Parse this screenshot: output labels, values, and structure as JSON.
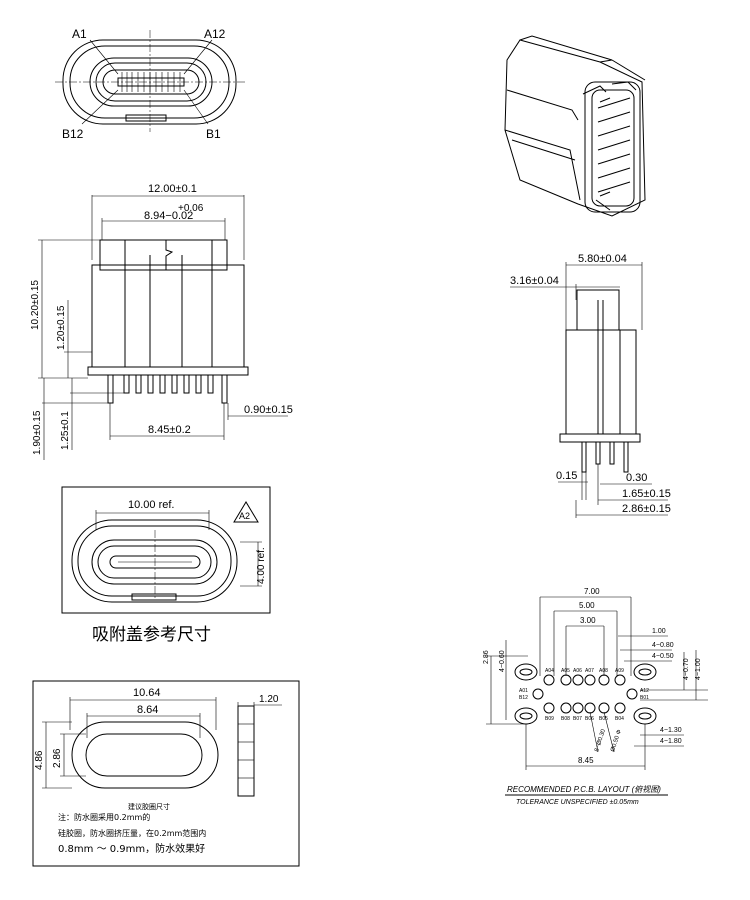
{
  "front_view": {
    "pin_a1": "A1",
    "pin_a12": "A12",
    "pin_b12": "B12",
    "pin_b1": "B1"
  },
  "side_view": {
    "width_overall": "12.00±0.1",
    "tol_plus": "+0.06",
    "width_inner": "8.94−0.02",
    "height_total": "10.20±0.15",
    "height_base": "1.20±0.15",
    "pin_len_1": "1.90±0.15",
    "pin_len_2": "1.25±0.1",
    "pin_span": "8.45±0.2",
    "pin_offset": "0.90±0.15"
  },
  "cover_view": {
    "width_ref": "10.00 ref.",
    "height_ref": "4.00 ref.",
    "rev_tag": "A2",
    "caption": "吸附盖参考尺寸"
  },
  "seal_view": {
    "outer_w": "10.64",
    "inner_w": "8.64",
    "outer_h": "4.86",
    "inner_h": "2.86",
    "thickness": "1.20",
    "note_title": "建议胶圈尺寸",
    "note_1": "注：防水圈采用0.2mm的",
    "note_2": "硅胶圈，防水圈挤压量，在0.2mm范围内",
    "note_3": "0.8mm ～ 0.9mm，防水效果好"
  },
  "end_view": {
    "width": "5.80±0.04",
    "inner_width": "3.16±0.04",
    "pin_w": "0.15",
    "pin_pitch": "0.30",
    "dim_a": "1.65±0.15",
    "dim_b": "2.86±0.15"
  },
  "pcb_layout": {
    "d_700": "7.00",
    "d_500": "5.00",
    "d_300": "3.00",
    "d_100": "1.00",
    "d_080": "4−0.80",
    "d_050": "4−0.50",
    "d_070": "4−0.70",
    "d_100v": "4−1.00",
    "d_286": "2.86",
    "d_060": "4−0.60",
    "d_130": "4−1.30",
    "d_180": "4−1.80",
    "d_845": "8.45",
    "d_hole_a": "8−Ø0.30",
    "d_hole_b": "Ø0.50 Φ",
    "pad_a01": "A01",
    "pad_b12": "B12",
    "pad_a04": "A04",
    "pad_a05": "A05",
    "pad_a06": "A06",
    "pad_a07": "A07",
    "pad_a08": "A08",
    "pad_a09": "A09",
    "pad_a12": "A12",
    "pad_b01": "B01",
    "pad_b09": "B09",
    "pad_b08": "B08",
    "pad_b07": "B07",
    "pad_b06": "B06",
    "pad_b05": "B05",
    "pad_b04": "B04",
    "title": "RECOMMENDED  P.C.B. LAYOUT (俯视图)",
    "tolerance": "TOLERANCE  UNSPECIFIED ±0.05mm"
  }
}
